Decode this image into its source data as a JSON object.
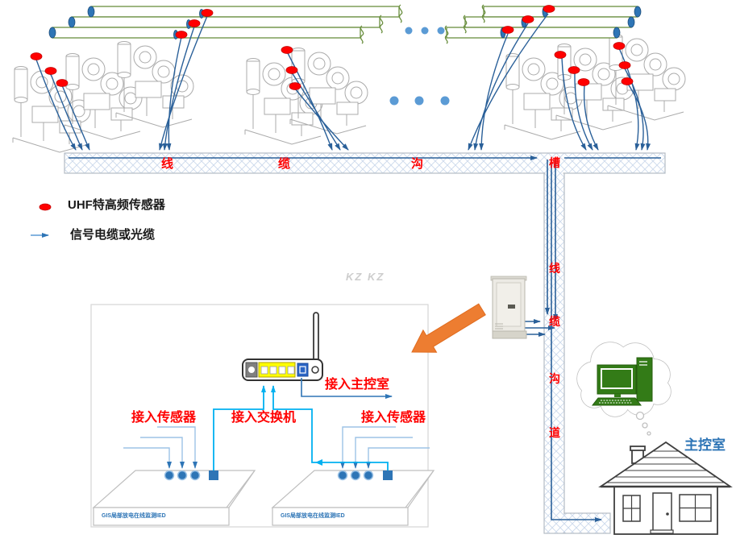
{
  "legend": {
    "items": [
      {
        "symbol": "uhf-sensor",
        "label": "UHF特高频传感器"
      },
      {
        "symbol": "signal-cable",
        "label": "信号电缆或光缆"
      }
    ]
  },
  "watermark": "KZ KZ",
  "trench": {
    "horizontal_labels": [
      "线",
      "缆",
      "沟",
      "槽"
    ],
    "vertical_labels": [
      "线",
      "缆",
      "沟",
      "道"
    ]
  },
  "detail_panel": {
    "to_main_control_room": "接入主控室",
    "to_sensors_left": "接入传感器",
    "to_switch": "接入交换机",
    "to_sensors_right": "接入传感器",
    "ied_left_label": "GIS局部放电在线监测IED",
    "ied_right_label": "GIS局部放电在线监测IED"
  },
  "control_room": {
    "label": "主控室"
  },
  "colors": {
    "sensor_red": "#ff0000",
    "cable_blue": "#2a6099",
    "busbar_green": "#6a8f3f",
    "flange_blue": "#2e75b6",
    "cyan_link": "#00b0f0",
    "light_link": "#9dc3e6",
    "label_red": "#ff0000",
    "label_blue": "#2e75b6",
    "orange_arrow": "#ed7d31",
    "computer_green": "#337b17",
    "trench_hatch": "#ccd9ec",
    "watermark_gray": "#cdcdcd"
  }
}
